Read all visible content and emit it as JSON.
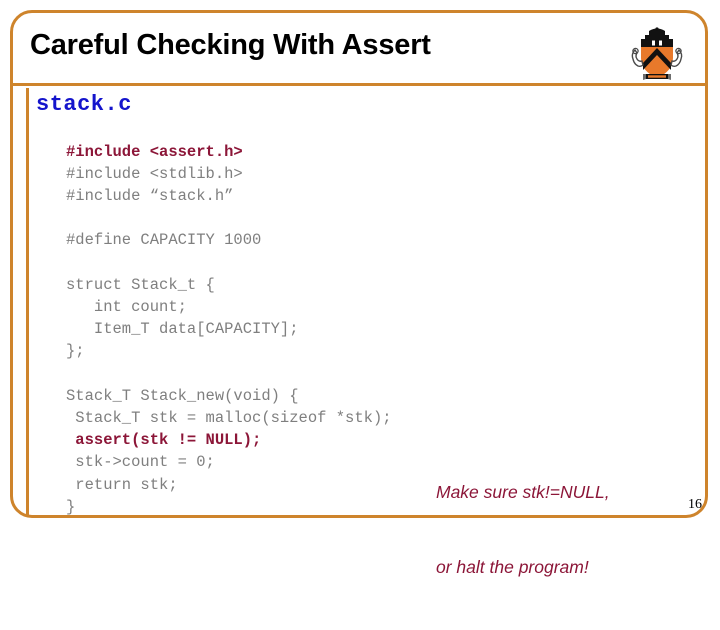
{
  "slide": {
    "title": "Careful Checking With Assert",
    "page_number": "16",
    "accent_color": "#CE842C",
    "heading_color": "#1414CC",
    "code_color": "#7F7F7F",
    "highlight_color": "#8C1638",
    "logo_name": "princeton-university-shield"
  },
  "code_block": {
    "filename": "stack.c",
    "lines": [
      {
        "text": "#include <assert.h>",
        "highlight": true
      },
      {
        "text": "#include <stdlib.h>",
        "highlight": false
      },
      {
        "text": "#include “stack.h”",
        "highlight": false
      },
      {
        "text": "",
        "highlight": false
      },
      {
        "text": "#define CAPACITY 1000",
        "highlight": false
      },
      {
        "text": "",
        "highlight": false
      },
      {
        "text": "struct Stack_t {",
        "highlight": false
      },
      {
        "text": "   int count;",
        "highlight": false
      },
      {
        "text": "   Item_T data[CAPACITY];",
        "highlight": false
      },
      {
        "text": "};",
        "highlight": false
      },
      {
        "text": "",
        "highlight": false
      },
      {
        "text": "Stack_T Stack_new(void) {",
        "highlight": false
      },
      {
        "text": " Stack_T stk = malloc(sizeof *stk);",
        "highlight": false
      },
      {
        "text": " assert(stk != NULL);",
        "highlight": true
      },
      {
        "text": " stk->count = 0;",
        "highlight": false
      },
      {
        "text": " return stk;",
        "highlight": false
      },
      {
        "text": "}",
        "highlight": false
      }
    ]
  },
  "annotation": {
    "line1": "Make sure stk!=NULL,",
    "line2": "or halt the program!"
  }
}
